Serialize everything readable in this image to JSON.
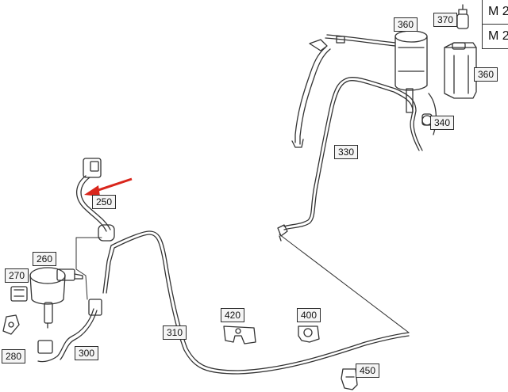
{
  "callouts": {
    "c250": "250",
    "c260": "260",
    "c270": "270",
    "c280": "280",
    "c300": "300",
    "c310": "310",
    "c330": "330",
    "c340": "340",
    "c360a": "360",
    "c360b": "360",
    "c370": "370",
    "c400": "400",
    "c420": "420",
    "c450": "450"
  },
  "legend": {
    "row1": "M 2",
    "row2": "M 2"
  },
  "colors": {
    "line": "#333333",
    "arrow": "#d9261c",
    "label_bg": "#f5f5f5"
  }
}
